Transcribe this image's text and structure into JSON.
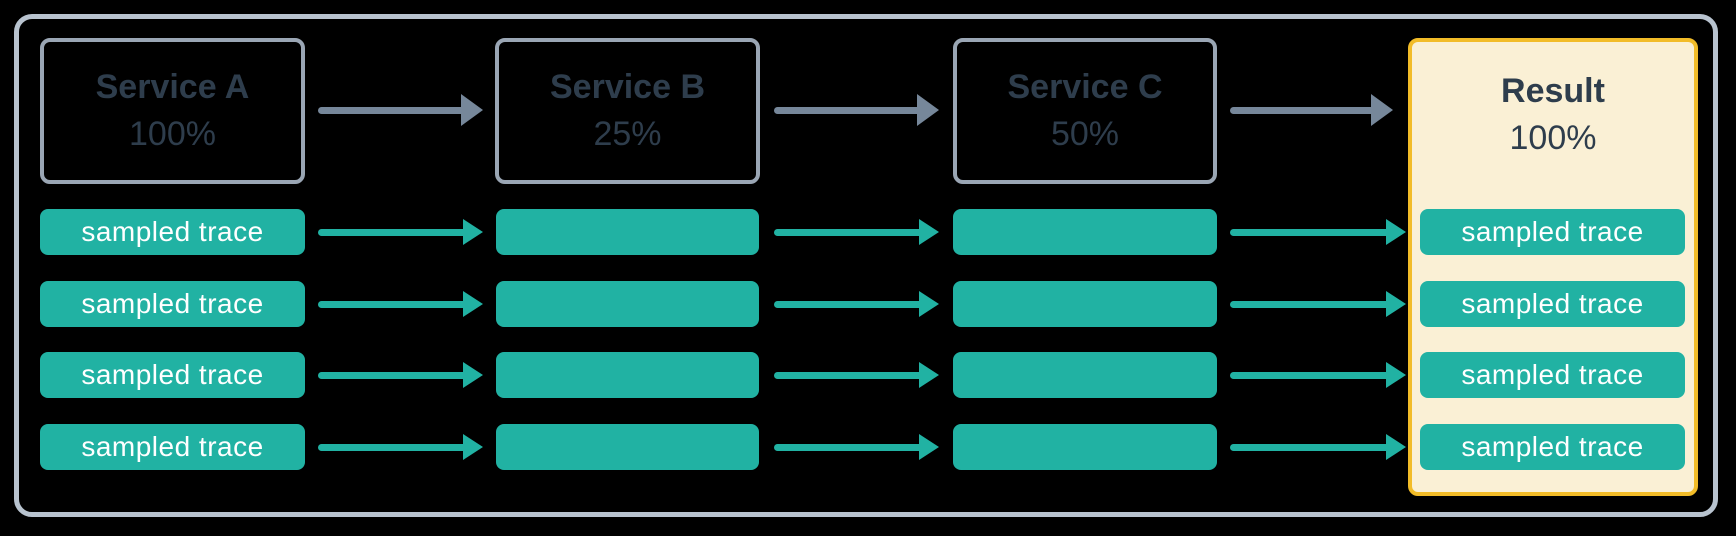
{
  "diagram": {
    "services": [
      {
        "name": "Service A",
        "rate": "100%"
      },
      {
        "name": "Service B",
        "rate": "25%"
      },
      {
        "name": "Service C",
        "rate": "50%"
      }
    ],
    "result": {
      "name": "Result",
      "rate": "100%"
    },
    "trace_label": "sampled trace",
    "rows_per_service": 4
  },
  "colors": {
    "background": "#000000",
    "outer_frame_border": "#B8C3CF",
    "service_box_border": "#9AA6B4",
    "dark_text": "#2E3D4C",
    "trace_bar_fill": "#21B2A3",
    "trace_text": "#FFFFFF",
    "flow_arrow_gray": "#76879A",
    "flow_arrow_teal": "#21B2A3",
    "result_box_fill": "#FAF0D5",
    "result_box_border": "#F2BC28"
  }
}
